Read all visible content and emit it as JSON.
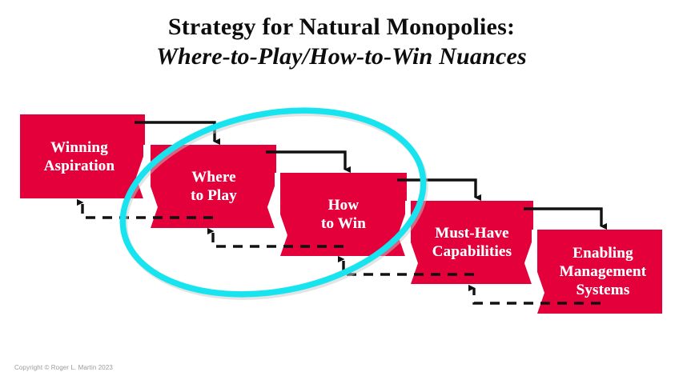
{
  "title": {
    "line1": "Strategy for Natural Monopolies:",
    "line2": "Where-to-Play/How-to-Win Nuances"
  },
  "colors": {
    "box_red": "#E4003A",
    "highlight_cyan": "#18E4F0",
    "arrow_black": "#111111",
    "text_white": "#FFFFFF",
    "title_black": "#0D0D0D",
    "copyright_grey": "#9B9B9B",
    "background": "#FFFFFF"
  },
  "diagram": {
    "type": "cascade-chevron-flow",
    "stages": [
      {
        "id": "winning-aspiration",
        "label": "Winning\nAspiration",
        "order": 1
      },
      {
        "id": "where-to-play",
        "label": "Where\nto Play",
        "order": 2
      },
      {
        "id": "how-to-win",
        "label": "How\nto Win",
        "order": 3
      },
      {
        "id": "must-have-capabilities",
        "label": "Must-Have\nCapabilities",
        "order": 4
      },
      {
        "id": "enabling-management-systems",
        "label": "Enabling\nManagement\nSystems",
        "order": 5
      }
    ],
    "forward_arrows": 4,
    "feedback_arrows": 4,
    "highlight": {
      "shape": "ellipse",
      "encircles": [
        "where-to-play",
        "how-to-win"
      ],
      "color": "#18E4F0"
    }
  },
  "footer": {
    "copyright": "Copyright © Roger L. Martin 2023"
  }
}
